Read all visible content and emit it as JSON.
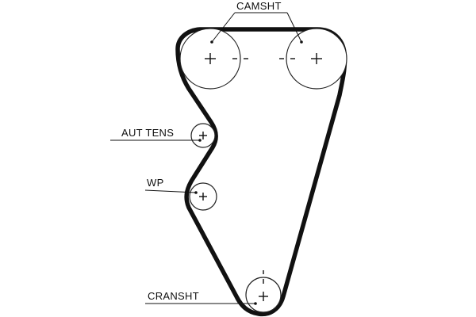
{
  "diagram": {
    "labels": {
      "camshaft": "CAMSHT",
      "tensioner": "AUT TENS",
      "water_pump": "WP",
      "crankshaft": "CRANSHT"
    },
    "colors": {
      "line": "#111111",
      "background": "#ffffff"
    }
  }
}
